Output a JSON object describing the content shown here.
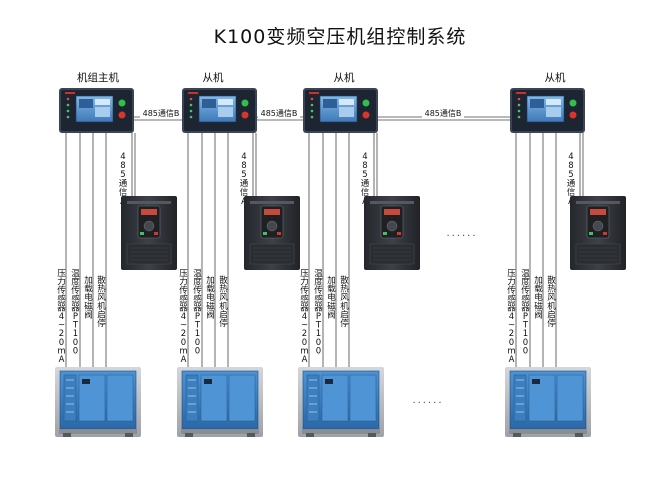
{
  "title": "K100变频空压机组控制系统",
  "colors": {
    "panel": "#1d2533",
    "panel_frame": "#3a4456",
    "screen": "#5e9fd8",
    "screen_dark": "#2f5f96",
    "btn_green": "#2fbf4a",
    "btn_red": "#d9352b",
    "inverter": "#33363c",
    "inverter_dark": "#1e2024",
    "compressor": "#2f73b8",
    "compressor_light": "#5fa2dc",
    "frame": "#b9bcc1",
    "line": "#444444"
  },
  "units": [
    {
      "role": "机组主机",
      "link_right": "485通信B",
      "link_down": "485通信A",
      "signals": [
        "压力传感器4~20mA",
        "温度传感器PT100",
        "加载电磁阀",
        "散热风机启停"
      ]
    },
    {
      "role": "从机",
      "link_right": "485通信B",
      "link_down": "485通信A",
      "signals": [
        "压力传感器4~20mA",
        "温度传感器PT100",
        "加载电磁阀",
        "散热风机启停"
      ]
    },
    {
      "role": "从机",
      "link_right": "485通信B",
      "link_down": "485通信A",
      "signals": [
        "压力传感器4~20mA",
        "温度传感器PT100",
        "加载电磁阀",
        "散热风机启停"
      ]
    },
    {
      "role": "从机",
      "link_right": "",
      "link_down": "485通信A",
      "signals": [
        "压力传感器4~20mA",
        "温度传感器PT100",
        "加载电磁阀",
        "散热风机启停"
      ]
    }
  ],
  "ellipsis": "......"
}
